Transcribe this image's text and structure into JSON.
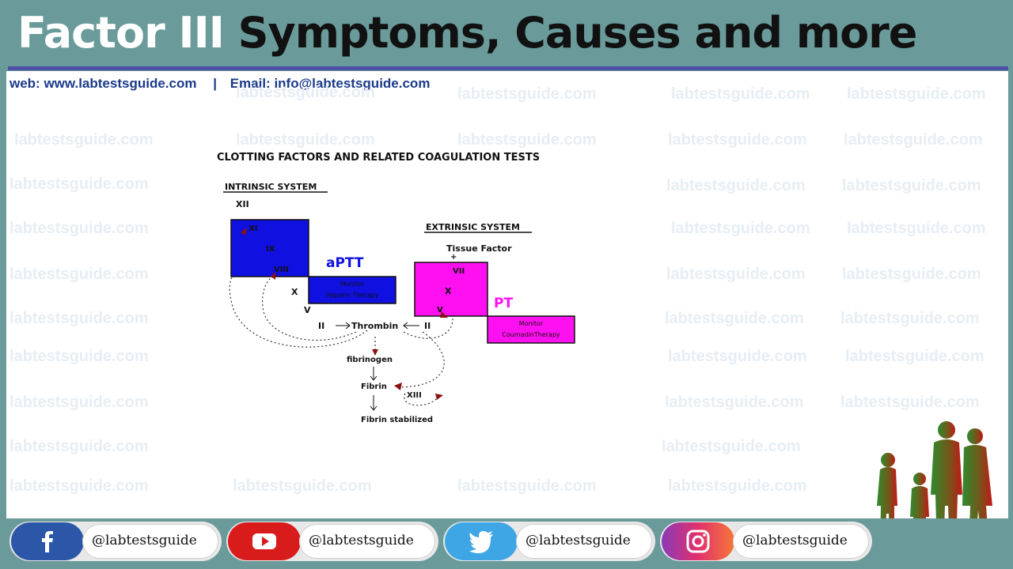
{
  "header": {
    "title_part1": "Factor III",
    "title_part2": "Symptoms, Causes and more"
  },
  "contact": {
    "web": "web:  www.labtestsguide.com",
    "separator": "|",
    "email": "Email: info@labtestsguide.com"
  },
  "watermark": "labtestsguide.com",
  "diagram": {
    "title": "CLOTTING FACTORS AND RELATED COAGULATION TESTS",
    "intrinsic_heading": "INTRINSIC SYSTEM",
    "extrinsic_heading": "EXTRINSIC SYSTEM",
    "xii": "XII",
    "xi": "XI",
    "ix": "IX",
    "viii": "VIII",
    "x_left": "X",
    "v_left": "V",
    "ii_left": "II",
    "thrombin": "Thrombin",
    "ii_right": "II",
    "tissue_factor": "Tissue Factor",
    "plus": "+",
    "vii": "VII",
    "x_right": "X",
    "v_right": "V",
    "aptt": "aPTT",
    "aptt_box_line1": "Monitor",
    "aptt_box_line2": "Heparin Therapy",
    "pt": "PT",
    "pt_box_line1": "Monitor",
    "pt_box_line2": "CoumadinTherapy",
    "fibrinogen": "fibrinogen",
    "fibrin": "Fibrin",
    "xiii": "XIII",
    "fibrin_stabilized": "Fibrin stabilized",
    "colors": {
      "intrinsic": "#1010e0",
      "extrinsic": "#ff10f0",
      "arrowhead": "#8b1010"
    }
  },
  "social": [
    {
      "network": "facebook",
      "icon": "facebook-icon",
      "handle": "@labtestsguide",
      "color": "#2c56a8"
    },
    {
      "network": "youtube",
      "icon": "youtube-icon",
      "handle": "@labtestsguide",
      "color": "#d81c1c"
    },
    {
      "network": "twitter",
      "icon": "twitter-icon",
      "handle": "@labtestsguide",
      "color": "#3fa6e6"
    },
    {
      "network": "instagram",
      "icon": "instagram-icon",
      "handle": "@labtestsguide",
      "color": "#d8307a"
    }
  ]
}
